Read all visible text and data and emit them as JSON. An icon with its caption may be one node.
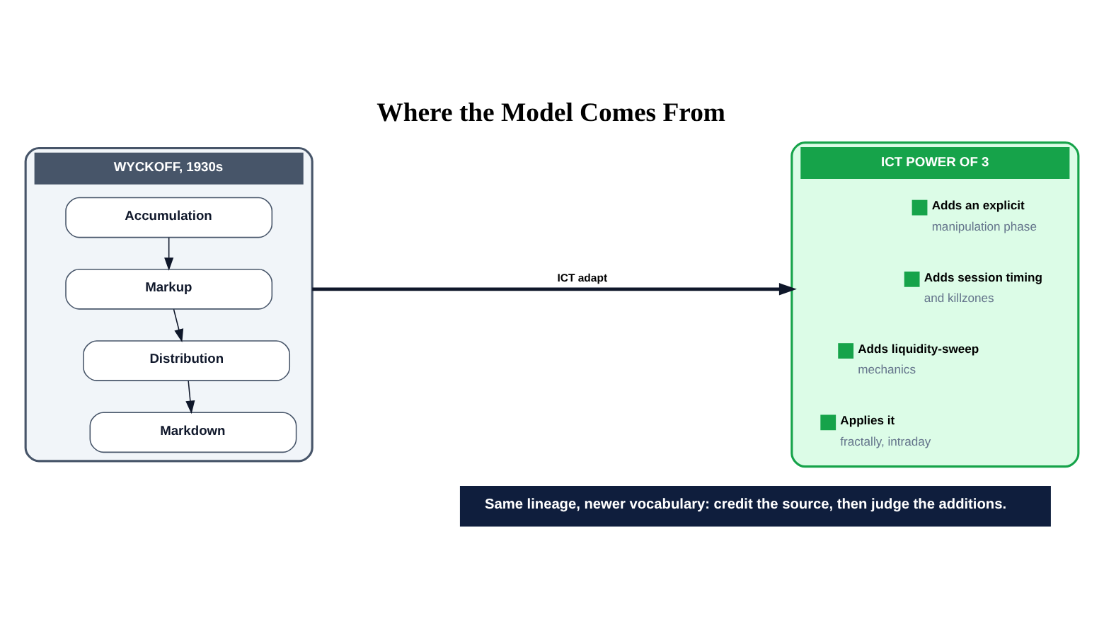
{
  "diagram": {
    "title": "Where the Model Comes From",
    "caption": "Same lineage, newer vocabulary: credit the source, then judge the additions.",
    "nodes": [
      {
        "text": [
          "WYCKOFF, 1930s"
        ]
      },
      {
        "text": [
          "Accumulation"
        ],
        "in": 0
      },
      {
        "text": [
          "Markup"
        ],
        "in": 0
      },
      {
        "text": [
          "Distribution"
        ],
        "in": 0
      },
      {
        "text": [
          "Markdown"
        ],
        "in": 0
      },
      {
        "text": [
          "ICT POWER OF 3"
        ]
      },
      {
        "text": [
          "Adds an explicit",
          "manipulation phase"
        ],
        "in": 5
      },
      {
        "text": [
          "Adds session timing",
          "and killzones"
        ],
        "in": 5
      },
      {
        "text": [
          "Adds liquidity-sweep",
          "mechanics"
        ],
        "in": 5
      },
      {
        "text": [
          "Applies it",
          "fractally, intraday"
        ],
        "in": 5
      }
    ],
    "edges": [
      {
        "from": 1,
        "to": 2,
        "arrow": "to"
      },
      {
        "from": 2,
        "to": 3,
        "arrow": "to"
      },
      {
        "from": 3,
        "to": 4,
        "arrow": "to"
      },
      {
        "from": 0,
        "to": 5,
        "label": "ICT adapt",
        "arrow": "to",
        "style": "thick"
      }
    ]
  }
}
